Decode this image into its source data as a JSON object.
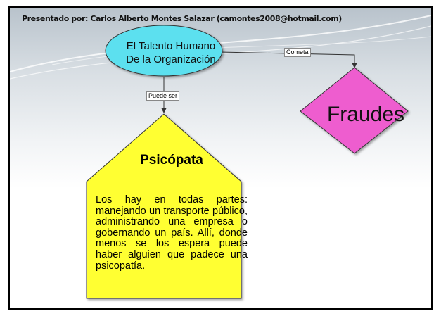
{
  "header": {
    "presenter": "Presentado por: Carlos Alberto Montes Salazar (camontes2008@hotmail.com)"
  },
  "nodes": {
    "talento": {
      "line1": "El Talento Humano",
      "line2": "De la Organización",
      "fill": "#5ce0ef"
    },
    "fraudes": {
      "label": "Fraudes",
      "fill": "#ee5dcf"
    },
    "psicopata": {
      "title": "Psicópata",
      "body": "Los hay en todas partes: manejando un transporte público, administrando una empresa o gobernando un país. Allí, donde menos se los espera puede haber alguien que padece una",
      "link": "psicopatía.",
      "fill": "#ffff33"
    }
  },
  "edges": {
    "cometa": {
      "label": "Cometa"
    },
    "puede_ser": {
      "label": "Puede ser"
    }
  }
}
